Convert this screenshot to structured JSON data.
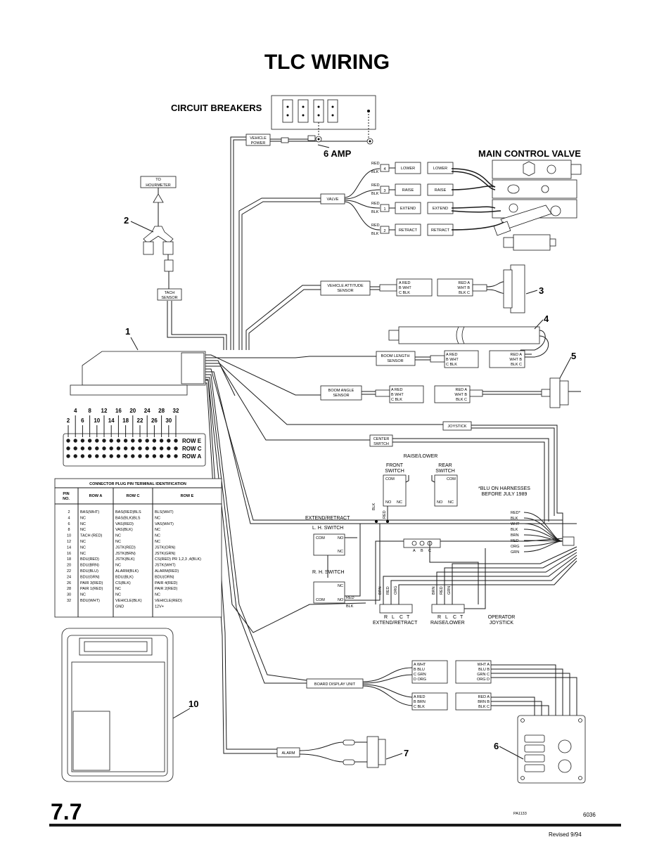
{
  "title": "TLC WIRING",
  "section_number": "7.7",
  "figure_id": "PA1133",
  "page_code": "6036",
  "revision": "Revised  9/94",
  "callouts": {
    "c1": "1",
    "c2": "2",
    "c3": "3",
    "c4": "4",
    "c5": "5",
    "c6": "6",
    "c7": "7",
    "c10": "10"
  },
  "headings": {
    "circuit_breakers": "CIRCUIT BREAKERS",
    "six_amp": "6 AMP",
    "main_control_valve": "MAIN CONTROL VALVE"
  },
  "labels": {
    "vehicle_power_1": "VEHICLE",
    "vehicle_power_2": "POWER",
    "to_hourmeter_1": "TO",
    "to_hourmeter_2": "HOURMETER",
    "tach_sensor_1": "TACH",
    "tach_sensor_2": "SENSOR",
    "valve": "VALVE",
    "vehicle_attitude_1": "VEHICLE ATTITUDE",
    "vehicle_attitude_2": "SENSOR",
    "boom_length_1": "BOOM LENGTH",
    "boom_length_2": "SENSOR",
    "boom_angle_1": "BOOM ANGLE",
    "boom_angle_2": "SENSOR",
    "joystick": "JOYSTICK",
    "center_switch_1": "CENTER",
    "center_switch_2": "SWITCH",
    "raise_lower": "RAISE/LOWER",
    "front_switch_1": "FRONT",
    "front_switch_2": "SWITCH",
    "rear_switch_1": "REAR",
    "rear_switch_2": "SWITCH",
    "blu_note_1": "*BLU ON HARNESSES",
    "blu_note_2": "BEFORE JULY 1989",
    "extend_retract": "EXTEND/RETRACT",
    "lh_switch": "L. H. SWITCH",
    "rh_switch": "R. H. SWITCH",
    "board_display_unit": "BOARD DISPLAY UNIT",
    "alarm": "ALARM",
    "operator_joystick_1": "OPERATOR",
    "operator_joystick_2": "JOYSTICK",
    "extend_retract_bottom": "EXTEND/RETRACT",
    "raise_lower_bottom": "RAISE/LOWER",
    "com": "COM",
    "no": "NO",
    "nc": "NC",
    "red": "RED",
    "blk": "BLK"
  },
  "valve_functions": [
    {
      "num": "4",
      "name": "LOWER",
      "top": "RED",
      "bottom": "BLK"
    },
    {
      "num": "3",
      "name": "RAISE",
      "top": "RED",
      "bottom": "BLK"
    },
    {
      "num": "1",
      "name": "EXTEND",
      "top": "RED",
      "bottom": "BLK"
    },
    {
      "num": "2",
      "name": "RETRACT",
      "top": "RED",
      "bottom": "BLK"
    }
  ],
  "sensor_pins": {
    "attitude_left": [
      "A RED",
      "B WHT",
      "C BLK"
    ],
    "attitude_right": [
      "RED A",
      "WHT B",
      "BLK C"
    ],
    "length_left": [
      "A RED",
      "B WHT",
      "C BLK"
    ],
    "length_right": [
      "RED A",
      "WHT B",
      "BLK C"
    ],
    "angle_left": [
      "A RED",
      "B WHT",
      "C BLK"
    ],
    "angle_right": [
      "RED A",
      "WHT B",
      "BLK C"
    ]
  },
  "display_pins": {
    "upper_left": [
      "A WHT",
      "B BLU",
      "C GRN",
      "D ORG"
    ],
    "upper_right": [
      "WHT A",
      "BLU  B",
      "GRN C",
      "ORG D"
    ],
    "lower_left": [
      "A RED",
      "B BRN",
      "C BLK"
    ],
    "lower_right": [
      "RED A",
      "BRN B",
      "BLK C"
    ]
  },
  "joystick_wires": [
    "RED*",
    "BLK",
    "WHT",
    "BLK",
    "BRN",
    "RED",
    "ORG",
    "GRN"
  ],
  "terminal_abc": [
    "A",
    "B",
    "C"
  ],
  "rlct_left": [
    "R",
    "L",
    "C",
    "T"
  ],
  "rlct_right": [
    "R",
    "L",
    "C",
    "T"
  ],
  "vertical_wires_left": [
    "BRN",
    "RED",
    "ORG"
  ],
  "vertical_wires_right": [
    "BRN",
    "RED",
    "GRN"
  ],
  "vertical_wires_switch": [
    "BLK",
    "RED"
  ],
  "connector": {
    "top_numbers": [
      "4",
      "8",
      "12",
      "16",
      "20",
      "24",
      "28",
      "32"
    ],
    "bottom_numbers": [
      "2",
      "6",
      "10",
      "14",
      "18",
      "22",
      "26",
      "30"
    ],
    "rows": [
      "ROW E",
      "ROW C",
      "ROW A"
    ]
  },
  "pin_table": {
    "title": "CONNECTOR PLUG PIN TERMINAL IDENTIFICATION",
    "headers": [
      "PIN NO.",
      "ROW A",
      "ROW C",
      "ROW E"
    ],
    "pins": [
      "2",
      "4",
      "6",
      "8",
      "10",
      "12",
      "14",
      "16",
      "18",
      "20",
      "22",
      "24",
      "26",
      "28",
      "30",
      "32"
    ],
    "row_a": [
      "BAS(WHT)",
      "NC",
      "NC",
      "NC",
      "TACH (RED)",
      "NC",
      "NC",
      "NC",
      "BDU(RED)",
      "BDU(BRN)",
      "BDU(BLU)",
      "BDU(GRN)",
      "PAIR 3(RED)",
      "PAIR 1(RED)",
      "NC",
      "BDU(WHT)"
    ],
    "row_c": [
      "BAS(RED)BLS",
      "BAS(BLK)BLS",
      "VAS(RED)",
      "VAS(BLK)",
      "NC",
      "NC",
      "JSTK(RED)",
      "JSTK(BRN)",
      "JSTK(BLK)",
      "NC",
      "ALARM(BLK)",
      "BDU(BLK)",
      "CS(BLK)",
      "NC",
      "NC",
      "VEHICLE(BLK)",
      "GND"
    ],
    "row_e": [
      "BLS(WHT)",
      "NC",
      "VAS(WHT)",
      "NC",
      "NC",
      "NC",
      "JSTK(ORN)",
      "JSTK(GRN)",
      "CS(RED) PR 1,2,3 ,4(BLK)",
      "JSTK(WHT)",
      "ALARM(RED)",
      "BDU(ORN)",
      "PAIR 4(RED)",
      "PAIR 2(RED)",
      "NC",
      "VEHICLE(RED)",
      "12V+"
    ]
  }
}
